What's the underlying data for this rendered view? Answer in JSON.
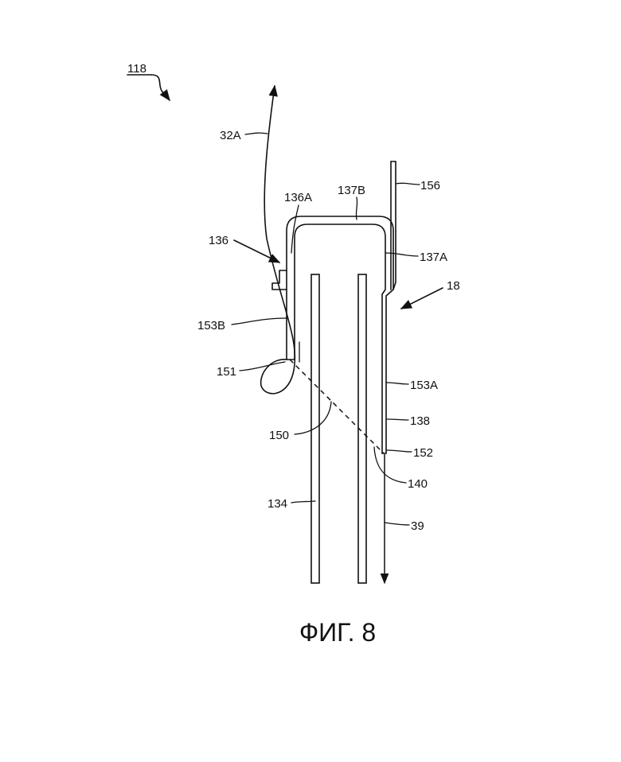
{
  "caption": "ФИГ. 8",
  "labels": {
    "l118": "118",
    "l32A": "32A",
    "l137B": "137B",
    "l156": "156",
    "l136A": "136A",
    "l136": "136",
    "l137A": "137A",
    "l18": "18",
    "l153B": "153B",
    "l151": "151",
    "l153A": "153A",
    "l138": "138",
    "l150": "150",
    "l152": "152",
    "l140": "140",
    "l134": "134",
    "l39": "39"
  }
}
